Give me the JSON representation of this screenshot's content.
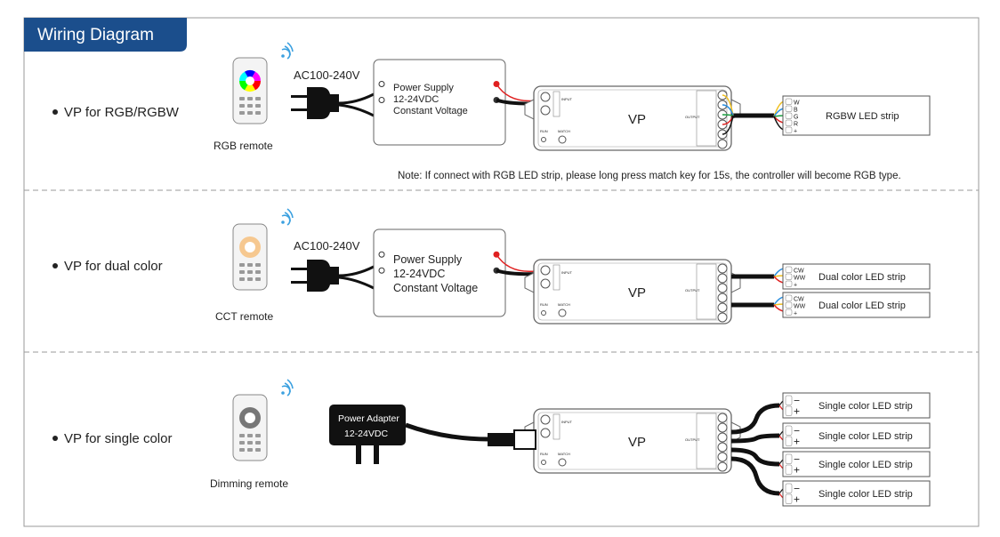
{
  "title": "Wiring Diagram",
  "colors": {
    "title_bg": "#1b4e8c",
    "red": "#e02020",
    "green": "#1aa040",
    "blue": "#2a8fe0",
    "yellow": "#f0c020",
    "cable": "#1a1a1a"
  },
  "sections": [
    {
      "label": "VP for RGB/RGBW",
      "remote_label": "RGB remote",
      "input": "AC100-240V",
      "psu": [
        "Power Supply",
        "12-24VDC",
        "Constant Voltage"
      ],
      "controller": "VP",
      "strips": [
        {
          "label": "RGBW LED strip",
          "pins": [
            "W",
            "B",
            "G",
            "R",
            "+"
          ]
        }
      ],
      "note": "Note: If connect with RGB LED strip, please long press match key for 15s, the controller will become RGB type."
    },
    {
      "label": "VP for dual color",
      "remote_label": "CCT remote",
      "input": "AC100-240V",
      "psu": [
        "Power Supply",
        "12-24VDC",
        "Constant Voltage"
      ],
      "controller": "VP",
      "strips": [
        {
          "label": "Dual color LED strip",
          "pins": [
            "CW",
            "WW",
            "+"
          ]
        },
        {
          "label": "Dual color LED strip",
          "pins": [
            "CW",
            "WW",
            "+"
          ]
        }
      ]
    },
    {
      "label": "VP for single color",
      "remote_label": "Dimming remote",
      "adapter": [
        "Power Adapter",
        "12-24VDC"
      ],
      "controller": "VP",
      "strips": [
        {
          "label": "Single color LED strip",
          "pins": [
            "−",
            "+"
          ]
        },
        {
          "label": "Single color LED strip",
          "pins": [
            "−",
            "+"
          ]
        },
        {
          "label": "Single color LED strip",
          "pins": [
            "−",
            "+"
          ]
        },
        {
          "label": "Single color LED strip",
          "pins": [
            "−",
            "+"
          ]
        }
      ]
    }
  ],
  "controller_labels": {
    "run": "RUN",
    "match": "MATCH",
    "input": "INPUT",
    "output": "OUTPUT"
  }
}
